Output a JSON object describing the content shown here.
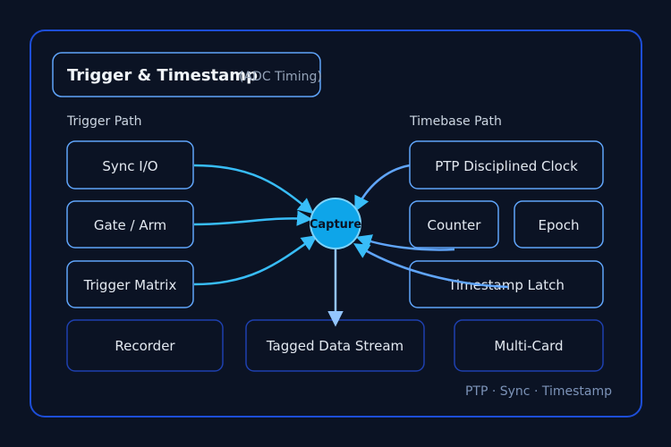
{
  "header": {
    "title": "Trigger & Timestamp",
    "subtitle": "(ADC Timing)"
  },
  "sections": {
    "trigger_path": "Trigger Path",
    "timebase_path": "Timebase Path"
  },
  "nodes": {
    "sync_io": "Sync I/O",
    "gate_arm": "Gate / Arm",
    "trigger_matrix": "Trigger Matrix",
    "ptp_clock": "PTP Disciplined Clock",
    "counter": "Counter",
    "epoch": "Epoch",
    "timestamp_latch": "Timestamp Latch",
    "capture": "Capture",
    "recorder": "Recorder",
    "tagged_data_stream": "Tagged Data Stream",
    "multi_card": "Multi-Card"
  },
  "footer": "PTP · Sync · Timestamp",
  "colors": {
    "background": "#0b1324",
    "frame_border": "#1d4ed8",
    "box_border_light": "#60a5fa",
    "box_border_dark": "#1e40af",
    "arrow": "#38bdf8",
    "hub_fill": "#0ea5e9"
  }
}
